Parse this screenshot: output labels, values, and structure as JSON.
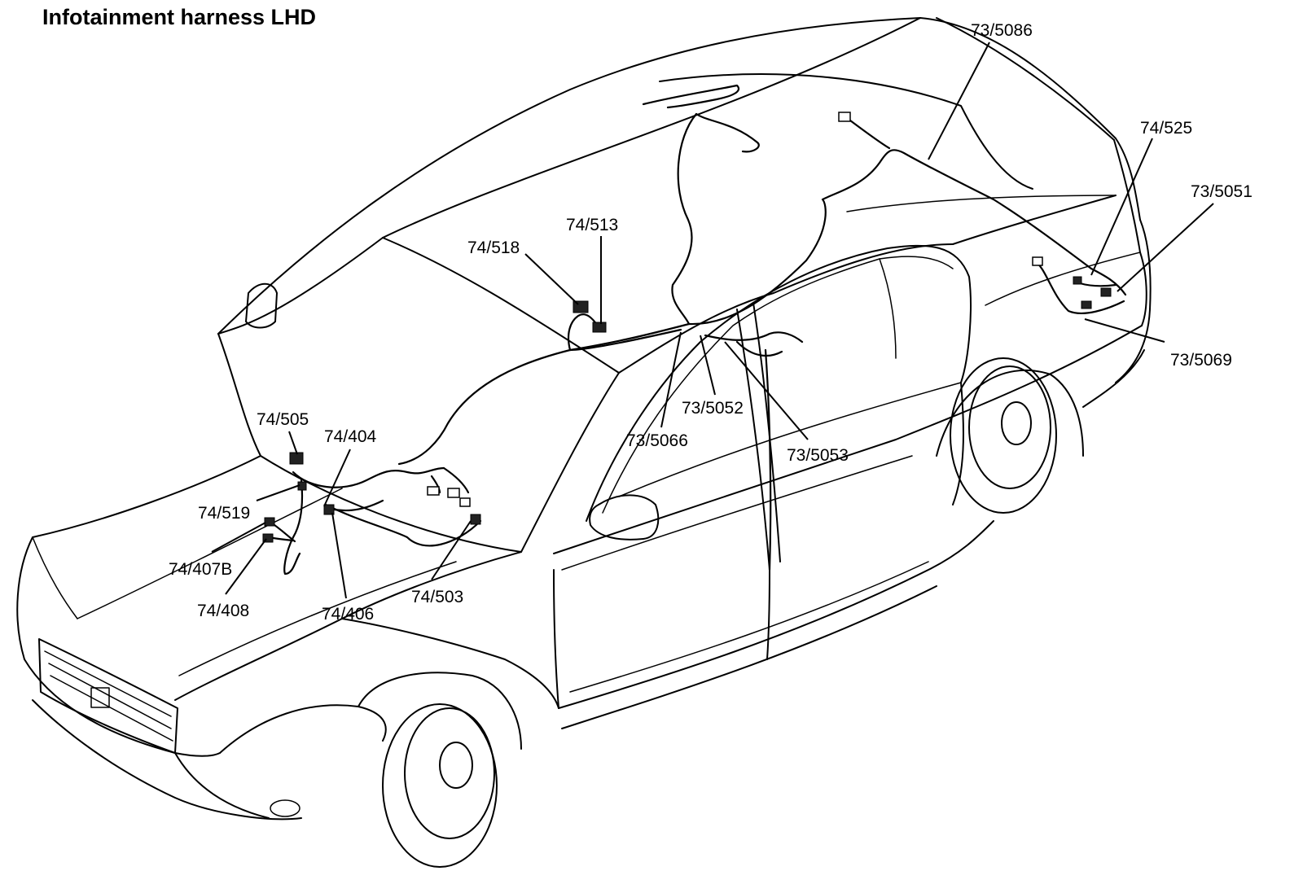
{
  "title": "Infotainment harness LHD",
  "labels": {
    "l_73_5086": "73/5086",
    "l_74_525": "74/525",
    "l_73_5051": "73/5051",
    "l_73_5069": "73/5069",
    "l_74_513": "74/513",
    "l_74_518": "74/518",
    "l_73_5052": "73/5052",
    "l_73_5066": "73/5066",
    "l_73_5053": "73/5053",
    "l_74_505": "74/505",
    "l_74_404": "74/404",
    "l_74_519": "74/519",
    "l_74_407B": "74/407B",
    "l_74_408": "74/408",
    "l_74_406": "74/406",
    "l_74_503": "74/503"
  }
}
